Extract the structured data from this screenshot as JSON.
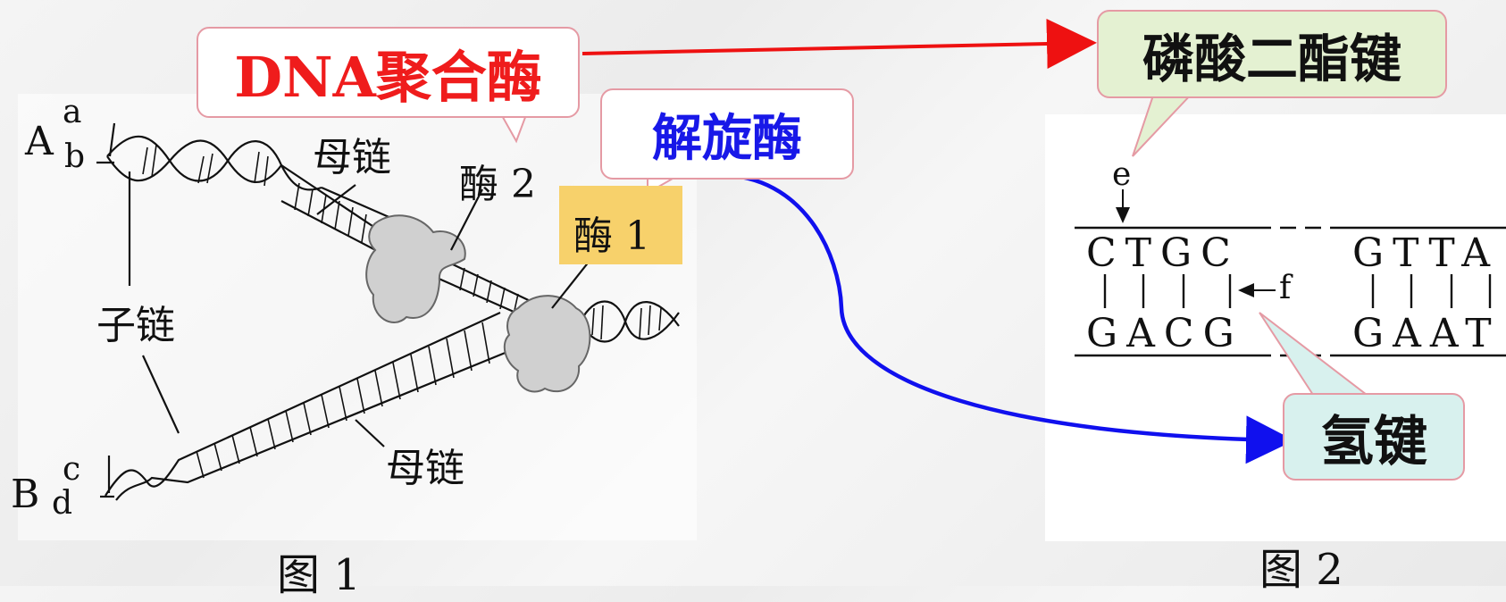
{
  "callouts": {
    "dna_polymerase": "DNA聚合酶",
    "helicase": "解旋酶",
    "phosphodiester_bond": "磷酸二酯键",
    "hydrogen_bond": "氢键"
  },
  "figure1": {
    "caption": "图 1",
    "label_A": "A",
    "label_a": "a",
    "label_b": "b",
    "label_B": "B",
    "label_c": "c",
    "label_d": "d",
    "parent_strand_top": "母链",
    "parent_strand_bottom": "母链",
    "daughter_strand": "子链",
    "enzyme_1": "酶 1",
    "enzyme_2": "酶 2"
  },
  "figure2": {
    "caption": "图 2",
    "label_e": "e",
    "label_f": "f",
    "top_left_seq": "CTGC",
    "top_right_seq": "GTTA",
    "bottom_left_seq": "GACG",
    "bottom_right_seq": "GAAT"
  },
  "colors": {
    "red_arrow": "#ee1111",
    "blue_arrow": "#1010ee",
    "polymerase_text": "#ef1c1c",
    "helicase_text": "#1818e8",
    "enzyme1_bg": "#f7d16b",
    "phosphodiester_bg": "#e4f1d2",
    "hydrogen_bg": "#d8f1ee",
    "callout_border": "#e59aa4"
  }
}
